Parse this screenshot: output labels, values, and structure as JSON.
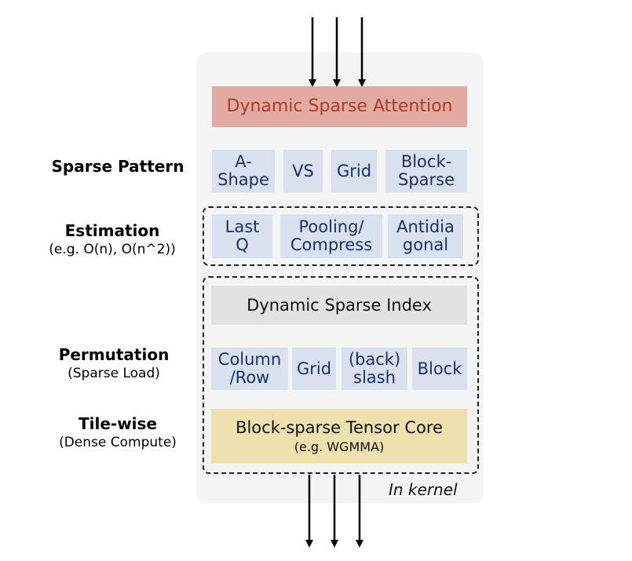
{
  "panel": {
    "top_block": "Dynamic Sparse Attention",
    "patterns": [
      "A-\nShape",
      "VS",
      "Grid",
      "Block-\nSparse"
    ],
    "estimations": [
      "Last\nQ",
      "Pooling/\nCompress",
      "Antidia\ngonal"
    ],
    "index_block": "Dynamic Sparse Index",
    "permutations": [
      "Column\n/Row",
      "Grid",
      "(back)\nslash",
      "Block"
    ],
    "tensor_core_title": "Block-sparse Tensor Core",
    "tensor_core_sub": "(e.g. WGMMA)",
    "kernel_label": "In kernel"
  },
  "labels": {
    "sparse_pattern": "Sparse Pattern",
    "estimation": "Estimation",
    "estimation_sub": "(e.g. O(n), O(n^2))",
    "permutation": "Permutation",
    "permutation_sub": "(Sparse Load)",
    "tile_wise": "Tile-wise",
    "tile_wise_sub": "(Dense Compute)"
  },
  "colors": {
    "panel_bg": "#f4f4f4",
    "attention_bg": "#e3aaa1",
    "attention_text": "#b23a2e",
    "item_bg": "#d9e1ef",
    "item_text": "#1f2f66",
    "index_bg": "#e2e2e2",
    "tensor_core_bg": "#ede2ad"
  }
}
